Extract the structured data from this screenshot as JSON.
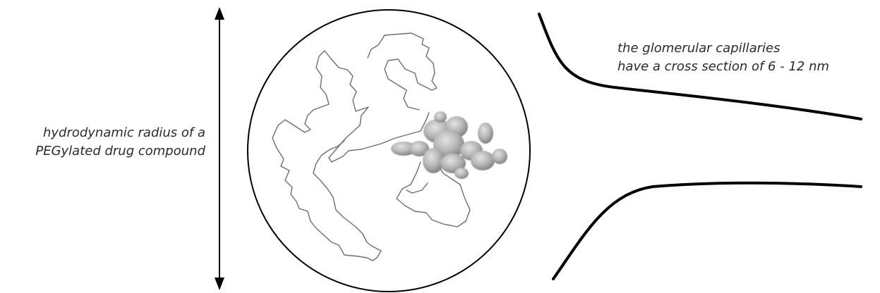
{
  "labels": {
    "radius": {
      "line1": "hydrodynamic radius of a",
      "line2": "PEGylated drug compound"
    },
    "capillary": {
      "line1": "the glomerular capillaries",
      "line2": "have a cross section of 6 - 12 nm"
    }
  },
  "colors": {
    "stroke": "#000000",
    "polymer_chain": "#6e6e6e",
    "protein_light": "#d6d6d6",
    "protein_mid": "#a9a9a9",
    "protein_dark": "#7d7d7d",
    "text": "#2b2b2b"
  }
}
